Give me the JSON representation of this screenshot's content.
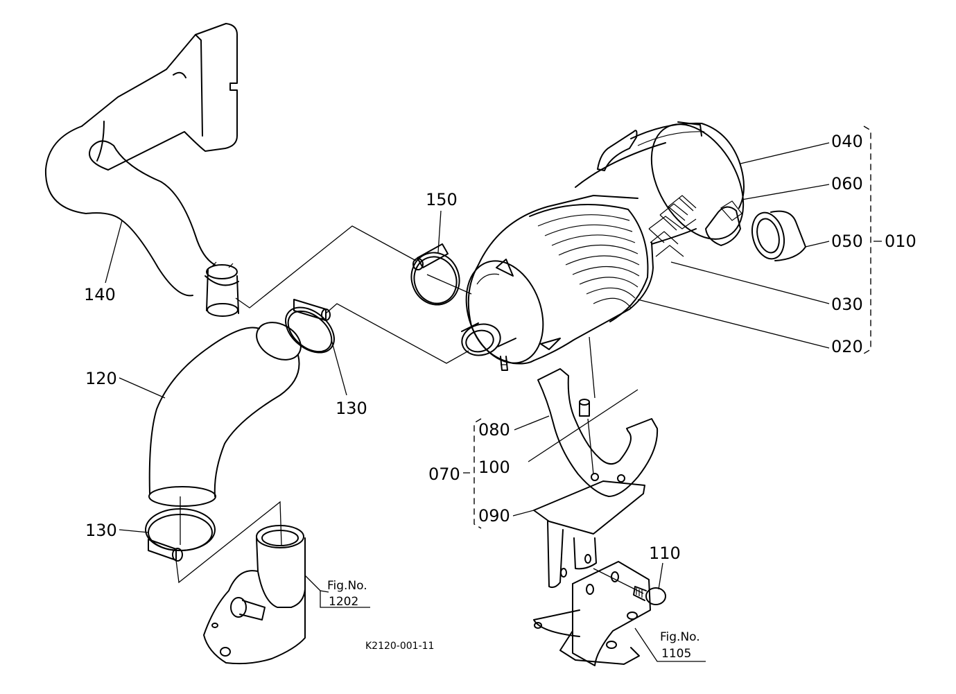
{
  "labels": {
    "l140": "140",
    "l150": "150",
    "l120": "120",
    "l130a": "130",
    "l130b": "130",
    "l040": "040",
    "l060": "060",
    "l050": "050",
    "l010": "010",
    "l030": "030",
    "l020": "020",
    "l080": "080",
    "l100": "100",
    "l070": "070",
    "l090": "090",
    "l110": "110"
  },
  "refs": {
    "fig1202_title": "Fig.No.",
    "fig1202_num": "1202",
    "fig1105_title": "Fig.No.",
    "fig1105_num": "1105"
  },
  "drawing_code": "K2120-001-11"
}
